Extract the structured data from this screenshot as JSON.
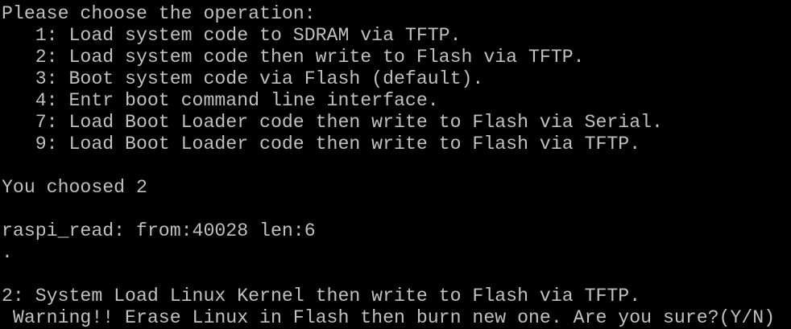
{
  "terminal": {
    "prompt_header": "Please choose the operation:",
    "options": [
      "   1: Load system code to SDRAM via TFTP.",
      "   2: Load system code then write to Flash via TFTP.",
      "   3: Boot system code via Flash (default).",
      "   4: Entr boot command line interface.",
      "   7: Load Boot Loader code then write to Flash via Serial.",
      "   9: Load Boot Loader code then write to Flash via TFTP."
    ],
    "choice_text": "You choosed 2",
    "raspi_read": "raspi_read: from:40028 len:6",
    "progress_dot": ".",
    "operation_text": "2: System Load Linux Kernel then write to Flash via TFTP.",
    "warning_text": " Warning!! Erase Linux in Flash then burn new one. Are you sure?(Y/N)"
  },
  "colors": {
    "background": "#000000",
    "text": "#c0c0c0"
  }
}
